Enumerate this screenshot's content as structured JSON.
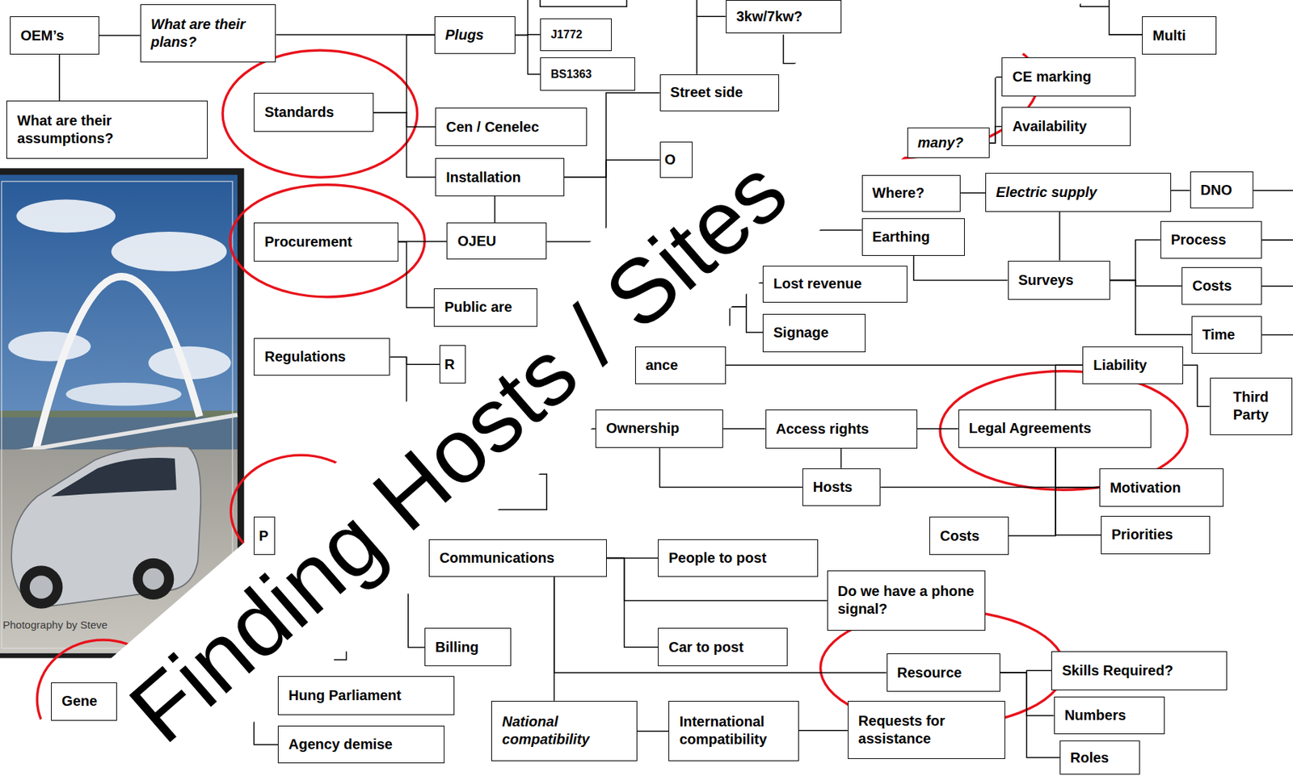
{
  "diagram": {
    "nodes": [
      {
        "text": [
          "OEM’s"
        ]
      },
      {
        "text": [
          "What are their plans?"
        ]
      },
      {
        "text": [
          "What are their assumptions?"
        ]
      },
      {
        "text": [
          "Plugs"
        ]
      },
      {
        "text": [
          "J1772"
        ]
      },
      {
        "text": [
          "BS1363"
        ]
      },
      {
        "text": [
          "3kw/7kw?"
        ]
      },
      {
        "text": [
          "Multi"
        ]
      },
      {
        "text": [
          "Standards"
        ]
      },
      {
        "text": [
          "Cen / Cenelec"
        ]
      },
      {
        "text": [
          "Street side"
        ]
      },
      {
        "text": [
          "CE marking"
        ]
      },
      {
        "text": [
          "many?"
        ]
      },
      {
        "text": [
          "Availability"
        ]
      },
      {
        "text": [
          "Installation"
        ]
      },
      {
        "text": [
          "O"
        ]
      },
      {
        "text": [
          "Where?"
        ]
      },
      {
        "text": [
          "Electric supply"
        ]
      },
      {
        "text": [
          "DNO"
        ]
      },
      {
        "text": [
          "Procurement"
        ]
      },
      {
        "text": [
          "OJEU"
        ]
      },
      {
        "text": [
          "Earthing"
        ]
      },
      {
        "text": [
          "Process"
        ]
      },
      {
        "text": [
          "Surveys"
        ]
      },
      {
        "text": [
          "Lost revenue"
        ]
      },
      {
        "text": [
          "Costs"
        ]
      },
      {
        "text": [
          "Public are"
        ]
      },
      {
        "text": [
          "Signage"
        ]
      },
      {
        "text": [
          "Time"
        ]
      },
      {
        "text": [
          "Regulations"
        ]
      },
      {
        "text": [
          "R"
        ]
      },
      {
        "text": [
          "ance"
        ]
      },
      {
        "text": [
          "Liability"
        ]
      },
      {
        "text": [
          "Third Party"
        ]
      },
      {
        "text": [
          "Ownership"
        ]
      },
      {
        "text": [
          "Access rights"
        ]
      },
      {
        "text": [
          "Legal Agreements"
        ]
      },
      {
        "text": [
          "Hosts"
        ]
      },
      {
        "text": [
          "Motivation"
        ]
      },
      {
        "text": [
          "P"
        ]
      },
      {
        "text": [
          "Costs"
        ]
      },
      {
        "text": [
          "Priorities"
        ]
      },
      {
        "text": [
          "Communications"
        ]
      },
      {
        "text": [
          "People to post"
        ]
      },
      {
        "text": [
          "Do we have a phone signal?"
        ]
      },
      {
        "text": [
          "Billing"
        ]
      },
      {
        "text": [
          "Car to post"
        ]
      },
      {
        "text": [
          "Resource"
        ]
      },
      {
        "text": [
          "Skills Required?"
        ]
      },
      {
        "text": [
          "Gene"
        ]
      },
      {
        "text": [
          "Hung Parliament"
        ]
      },
      {
        "text": [
          "Numbers"
        ]
      },
      {
        "text": [
          "National compatibility"
        ]
      },
      {
        "text": [
          "International compatibility"
        ]
      },
      {
        "text": [
          "Requests for assistance"
        ]
      },
      {
        "text": [
          "Agency demise"
        ]
      },
      {
        "text": [
          "Roles"
        ]
      }
    ],
    "edges": [
      {
        "from": 0,
        "to": 1,
        "arrow": "none"
      },
      {
        "from": 0,
        "to": 2,
        "arrow": "none"
      },
      {
        "from": 1,
        "to": 3,
        "arrow": "none"
      },
      {
        "from": 8,
        "to": 3,
        "arrow": "none"
      },
      {
        "from": 8,
        "to": 9,
        "arrow": "none"
      },
      {
        "from": 8,
        "to": 14,
        "arrow": "none"
      },
      {
        "from": 3,
        "to": 4,
        "arrow": "none"
      },
      {
        "from": 3,
        "to": 5,
        "arrow": "none"
      },
      {
        "from": 14,
        "to": 10,
        "arrow": "none"
      },
      {
        "from": 14,
        "to": 15,
        "arrow": "none"
      },
      {
        "from": 14,
        "to": 20,
        "arrow": "none"
      },
      {
        "from": 19,
        "to": 20,
        "arrow": "none"
      },
      {
        "from": 19,
        "to": 26,
        "arrow": "none"
      },
      {
        "from": 29,
        "to": 30,
        "arrow": "none"
      },
      {
        "from": 10,
        "to": 6,
        "arrow": "none"
      },
      {
        "from": 12,
        "to": 11,
        "arrow": "none"
      },
      {
        "from": 12,
        "to": 13,
        "arrow": "none"
      },
      {
        "from": 16,
        "to": 17,
        "arrow": "none"
      },
      {
        "from": 17,
        "to": 18,
        "arrow": "none"
      },
      {
        "from": 17,
        "to": 23,
        "arrow": "none"
      },
      {
        "from": 21,
        "to": 23,
        "arrow": "none"
      },
      {
        "from": 23,
        "to": 22,
        "arrow": "none"
      },
      {
        "from": 23,
        "to": 25,
        "arrow": "none"
      },
      {
        "from": 23,
        "to": 28,
        "arrow": "none"
      },
      {
        "from": 31,
        "to": 32,
        "arrow": "none"
      },
      {
        "from": 32,
        "to": 33,
        "arrow": "none"
      },
      {
        "from": 36,
        "to": 32,
        "arrow": "none"
      },
      {
        "from": 36,
        "to": 38,
        "arrow": "none"
      },
      {
        "from": 36,
        "to": 41,
        "arrow": "none"
      },
      {
        "from": 36,
        "to": 40,
        "arrow": "none"
      },
      {
        "from": 34,
        "to": 35,
        "arrow": "none"
      },
      {
        "from": 35,
        "to": 36,
        "arrow": "none"
      },
      {
        "from": 35,
        "to": 37,
        "arrow": "none"
      },
      {
        "from": 34,
        "to": 37,
        "arrow": "none"
      },
      {
        "from": 37,
        "to": 38,
        "arrow": "none"
      },
      {
        "from": 42,
        "to": 43,
        "arrow": "none"
      },
      {
        "from": 42,
        "to": 44,
        "arrow": "none"
      },
      {
        "from": 42,
        "to": 46,
        "arrow": "none"
      },
      {
        "from": 42,
        "to": 47,
        "arrow": "none"
      },
      {
        "from": 42,
        "to": 52,
        "arrow": "none"
      },
      {
        "from": 47,
        "to": 48,
        "arrow": "none"
      },
      {
        "from": 47,
        "to": 51,
        "arrow": "none"
      },
      {
        "from": 47,
        "to": 56,
        "arrow": "none"
      },
      {
        "from": 52,
        "to": 53,
        "arrow": "none"
      },
      {
        "from": 53,
        "to": 54,
        "arrow": "none"
      }
    ],
    "labels": [
      "Finding Hosts / Sites",
      "Photography by Steve"
    ]
  }
}
